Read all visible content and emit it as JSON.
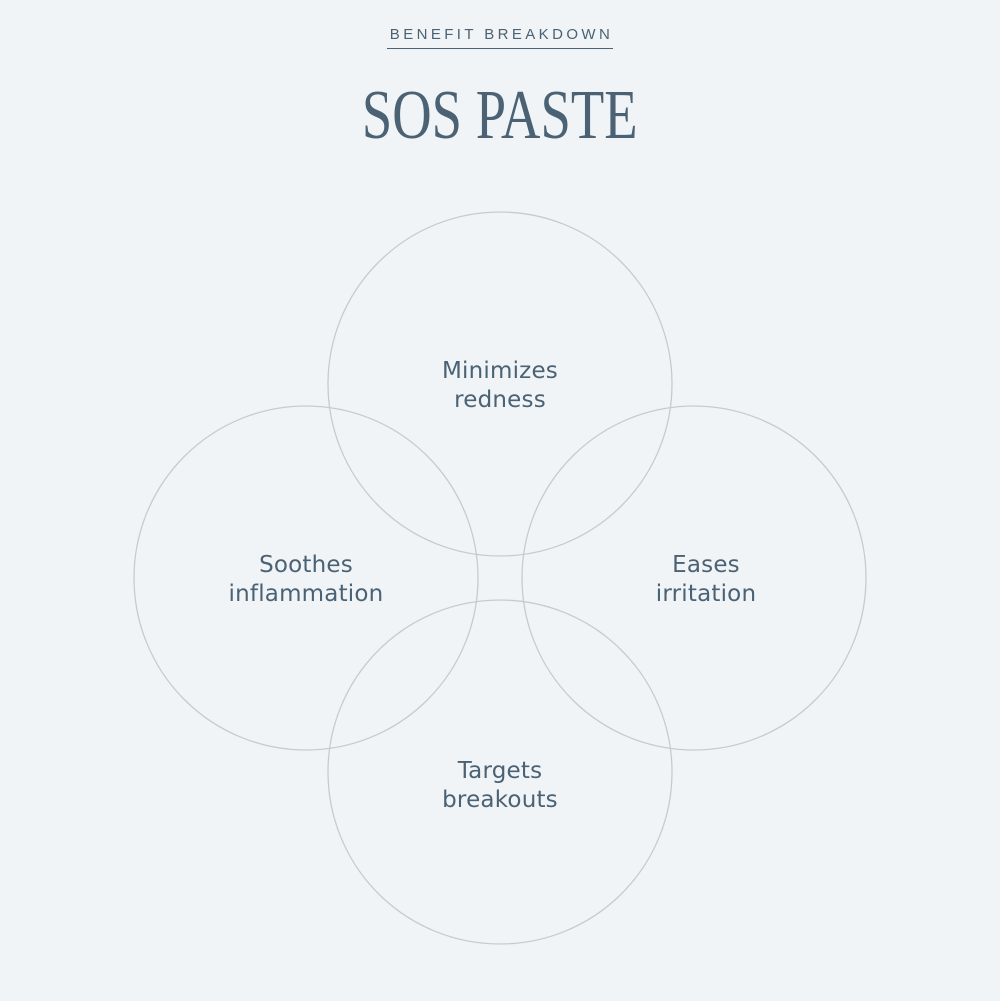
{
  "header": {
    "eyebrow": "BENEFIT BREAKDOWN",
    "title": "SOS PASTE"
  },
  "colors": {
    "background": "#f0f4f7",
    "text": "#4a6274",
    "circle_stroke": "#c7cbcf"
  },
  "diagram": {
    "type": "four-circle-venn",
    "circles": [
      {
        "position": "top",
        "line1": "Minimizes",
        "line2": "redness"
      },
      {
        "position": "left",
        "line1": "Soothes",
        "line2": "inflammation"
      },
      {
        "position": "right",
        "line1": "Eases",
        "line2": "irritation"
      },
      {
        "position": "bottom",
        "line1": "Targets",
        "line2": "breakouts"
      }
    ]
  }
}
